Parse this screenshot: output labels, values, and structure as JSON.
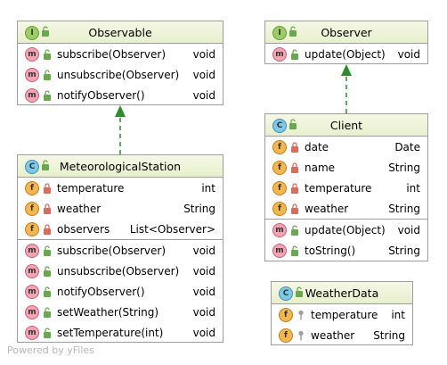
{
  "colors": {
    "header_bg": "#eef3d8",
    "border": "#9e9e9e",
    "arrow": "#2e8b2e"
  },
  "observable": {
    "badge": "I",
    "name": "Observable",
    "methods": [
      {
        "badge": "m",
        "name": "subscribe(Observer)",
        "type": "void"
      },
      {
        "badge": "m",
        "name": "unsubscribe(Observer)",
        "type": "void"
      },
      {
        "badge": "m",
        "name": "notifyObserver()",
        "type": "void"
      }
    ]
  },
  "observer": {
    "badge": "I",
    "name": "Observer",
    "methods": [
      {
        "badge": "m",
        "name": "update(Object)",
        "type": "void"
      }
    ]
  },
  "station": {
    "badge": "C",
    "name": "MeteorologicalStation",
    "fields": [
      {
        "badge": "f",
        "name": "temperature",
        "type": "int"
      },
      {
        "badge": "f",
        "name": "weather",
        "type": "String"
      },
      {
        "badge": "f",
        "name": "observers",
        "type": "List<Observer>"
      }
    ],
    "methods": [
      {
        "badge": "m",
        "name": "subscribe(Observer)",
        "type": "void"
      },
      {
        "badge": "m",
        "name": "unsubscribe(Observer)",
        "type": "void"
      },
      {
        "badge": "m",
        "name": "notifyObserver()",
        "type": "void"
      },
      {
        "badge": "m",
        "name": "setWeather(String)",
        "type": "void"
      },
      {
        "badge": "m",
        "name": "setTemperature(int)",
        "type": "void"
      }
    ]
  },
  "client": {
    "badge": "C",
    "name": "Client",
    "fields": [
      {
        "badge": "f",
        "name": "date",
        "type": "Date"
      },
      {
        "badge": "f",
        "name": "name",
        "type": "String"
      },
      {
        "badge": "f",
        "name": "temperature",
        "type": "int"
      },
      {
        "badge": "f",
        "name": "weather",
        "type": "String"
      }
    ],
    "methods": [
      {
        "badge": "m",
        "name": "update(Object)",
        "type": "void"
      },
      {
        "badge": "m",
        "name": "toString()",
        "type": "String"
      }
    ]
  },
  "weatherdata": {
    "badge": "C",
    "name": "WeatherData",
    "fields": [
      {
        "badge": "f",
        "name": "temperature",
        "type": "int"
      },
      {
        "badge": "f",
        "name": "weather",
        "type": "String"
      }
    ]
  },
  "footer": "Powered by yFiles"
}
